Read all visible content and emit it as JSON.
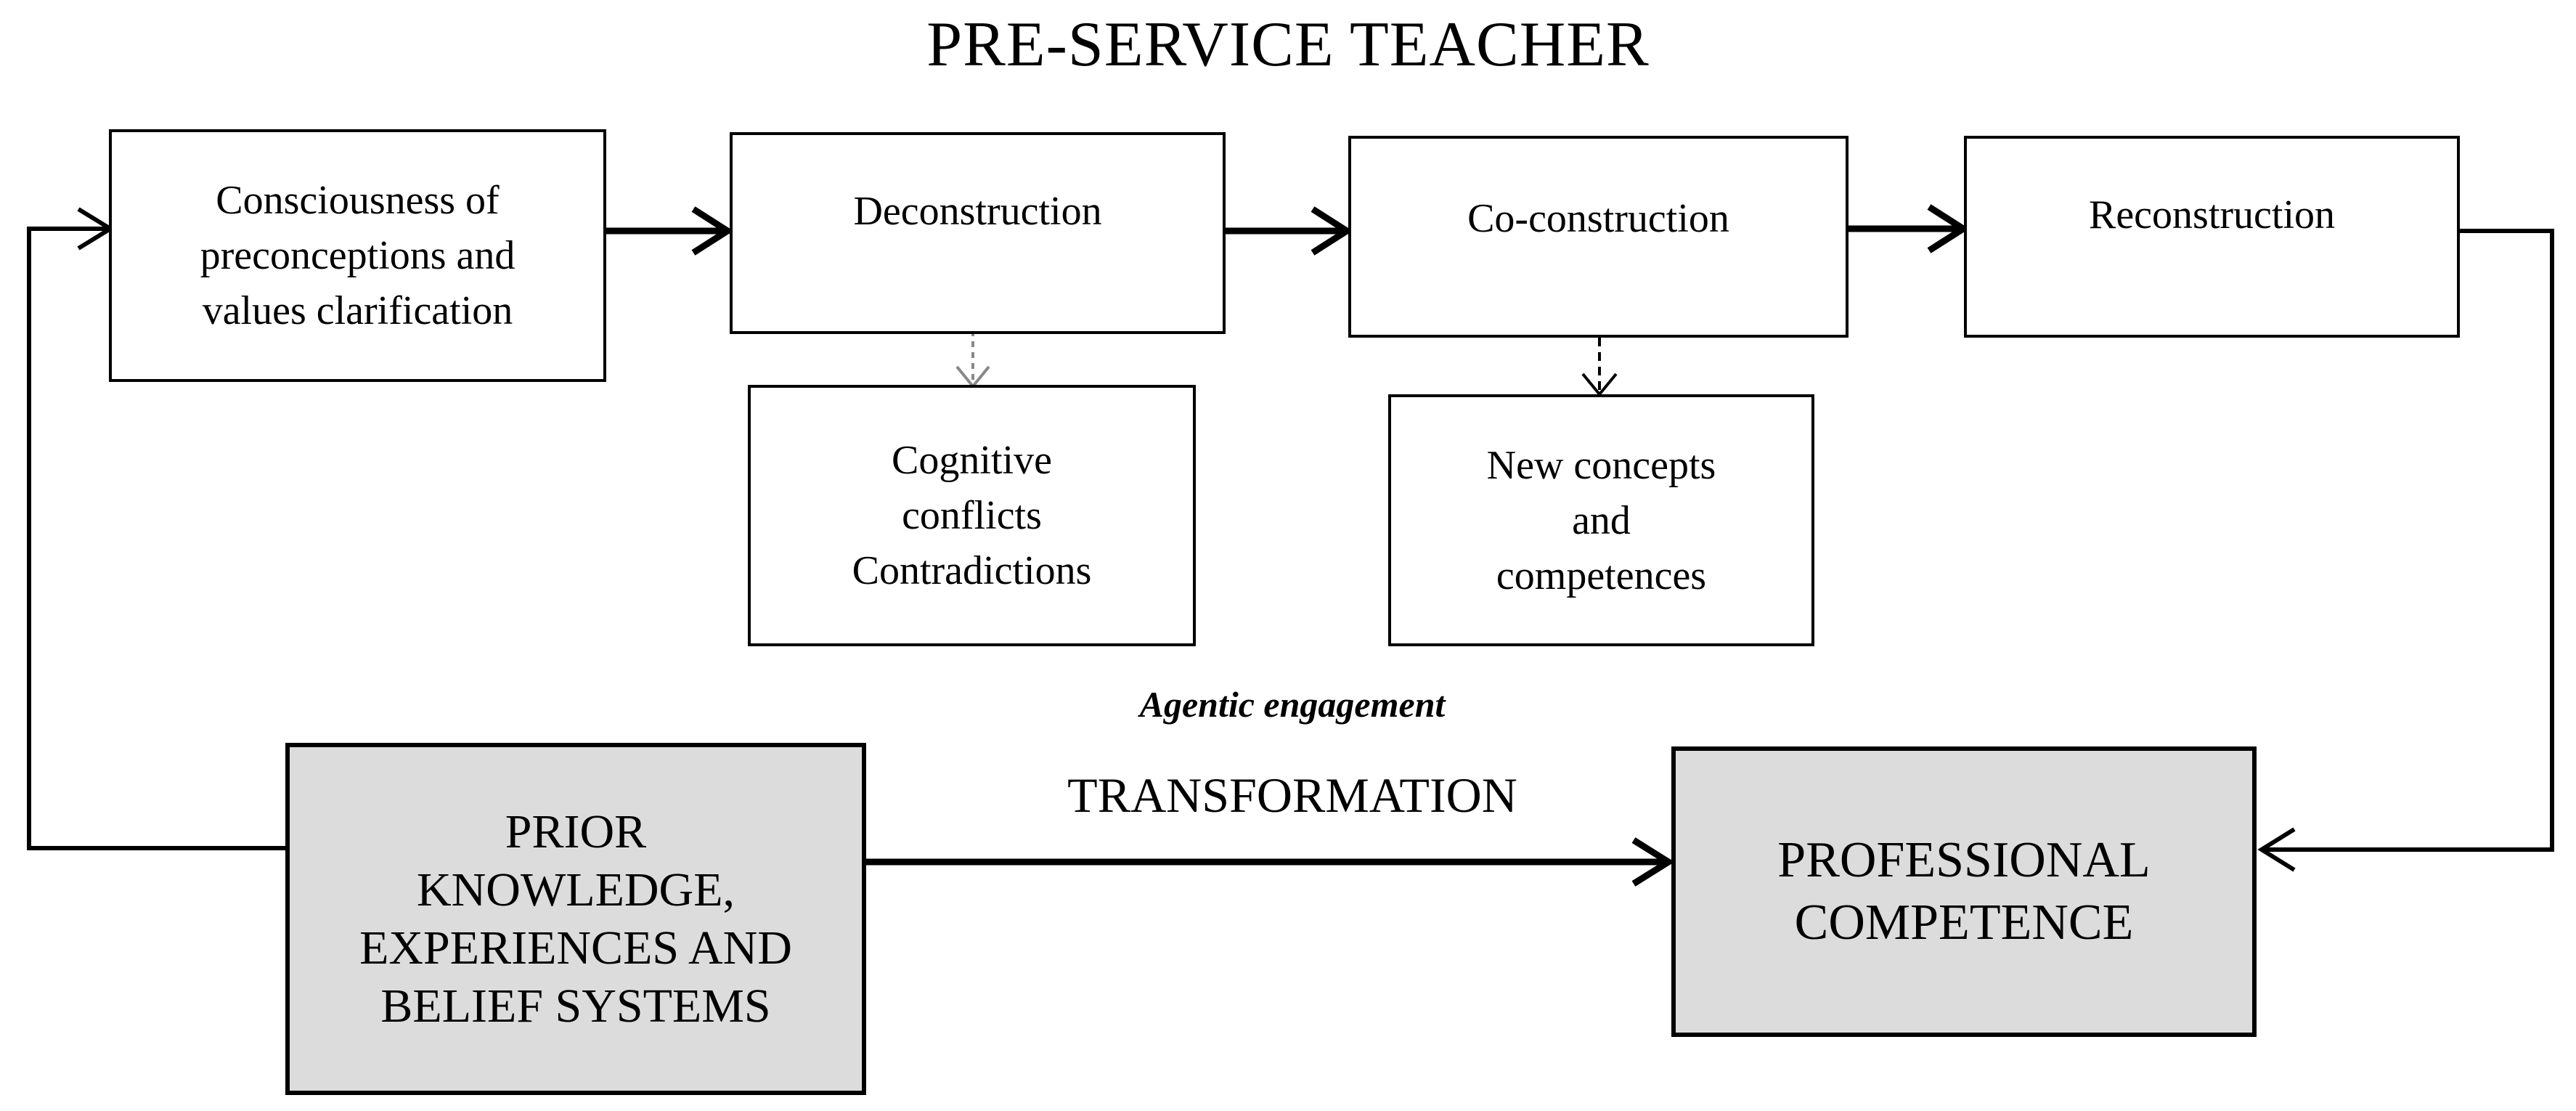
{
  "title": "PRE-SERVICE TEACHER",
  "boxes": {
    "consciousness": "Consciousness of\npreconceptions and\nvalues clarification",
    "deconstruction": "Deconstruction",
    "co_construction": "Co-construction",
    "reconstruction": "Reconstruction",
    "cognitive": "Cognitive\nconflicts\nContradictions",
    "new_concepts": "New concepts\nand\ncompetences",
    "prior": "PRIOR\nKNOWLEDGE,\nEXPERIENCES AND\nBELIEF SYSTEMS",
    "professional": "PROFESSIONAL\nCOMPETENCE"
  },
  "labels": {
    "agentic": "Agentic engagement",
    "transformation": "TRANSFORMATION"
  },
  "colors": {
    "stroke": "#000000",
    "shaded_fill": "#dcdcdc",
    "dotted_arrow": "#888888"
  }
}
